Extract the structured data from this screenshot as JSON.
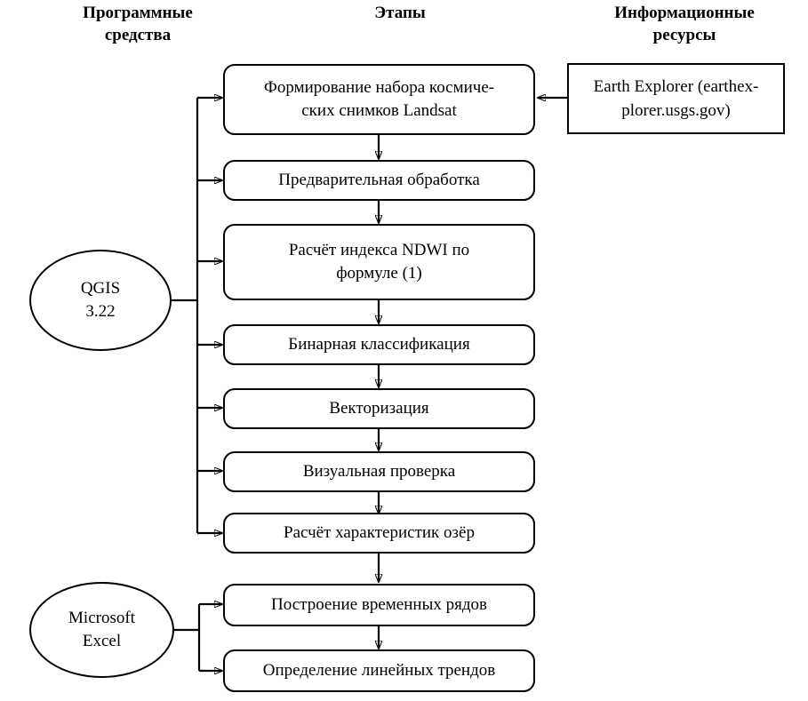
{
  "headers": {
    "software": "Программные\nсредства",
    "stages": "Этапы",
    "resources": "Информационные\nресурсы"
  },
  "stages": [
    {
      "id": "stage-1",
      "label": "Формирование набора космиче-\nских снимков Landsat"
    },
    {
      "id": "stage-2",
      "label": "Предварительная обработка"
    },
    {
      "id": "stage-3",
      "label": "Расчёт индекса NDWI по\nформуле (1)"
    },
    {
      "id": "stage-4",
      "label": "Бинарная классификация"
    },
    {
      "id": "stage-5",
      "label": "Векторизация"
    },
    {
      "id": "stage-6",
      "label": "Визуальная проверка"
    },
    {
      "id": "stage-7",
      "label": "Расчёт характеристик озёр"
    },
    {
      "id": "stage-8",
      "label": "Построение временных рядов"
    },
    {
      "id": "stage-9",
      "label": "Определение линейных трендов"
    }
  ],
  "software": [
    {
      "id": "tool-qgis",
      "label": "QGIS\n3.22"
    },
    {
      "id": "tool-excel",
      "label": "Microsoft\nExcel"
    }
  ],
  "resources": [
    {
      "id": "resource-earth-explorer",
      "label": "Earth Explorer (earthex-\nplorer.usgs.gov)"
    }
  ],
  "colors": {
    "stroke": "#000000",
    "fill": "#ffffff"
  }
}
